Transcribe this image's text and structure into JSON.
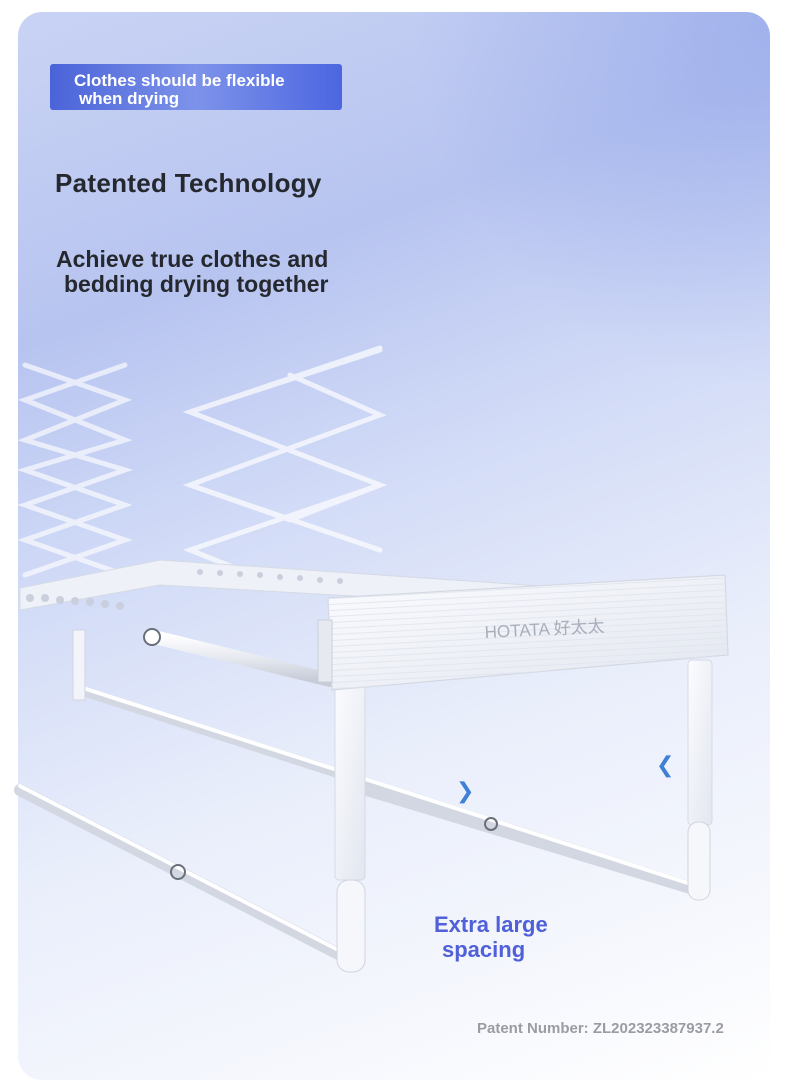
{
  "badge": {
    "line1": "Clothes should be flexible",
    "line2": "when drying"
  },
  "heading": {
    "title": "Patented Technology"
  },
  "subheading": {
    "line1": "Achieve true clothes and",
    "line2": "bedding drying together"
  },
  "product": {
    "brand_text": "HOTATA 好太太",
    "arrow_right": "❯",
    "arrow_left": "❮"
  },
  "callout": {
    "line1": "Extra large",
    "line2": "spacing"
  },
  "footer": {
    "patent": "Patent Number: ZL202323387937.2"
  },
  "colors": {
    "accent": "#5060d8",
    "badge": "#4a63d8",
    "text": "#25282e"
  }
}
